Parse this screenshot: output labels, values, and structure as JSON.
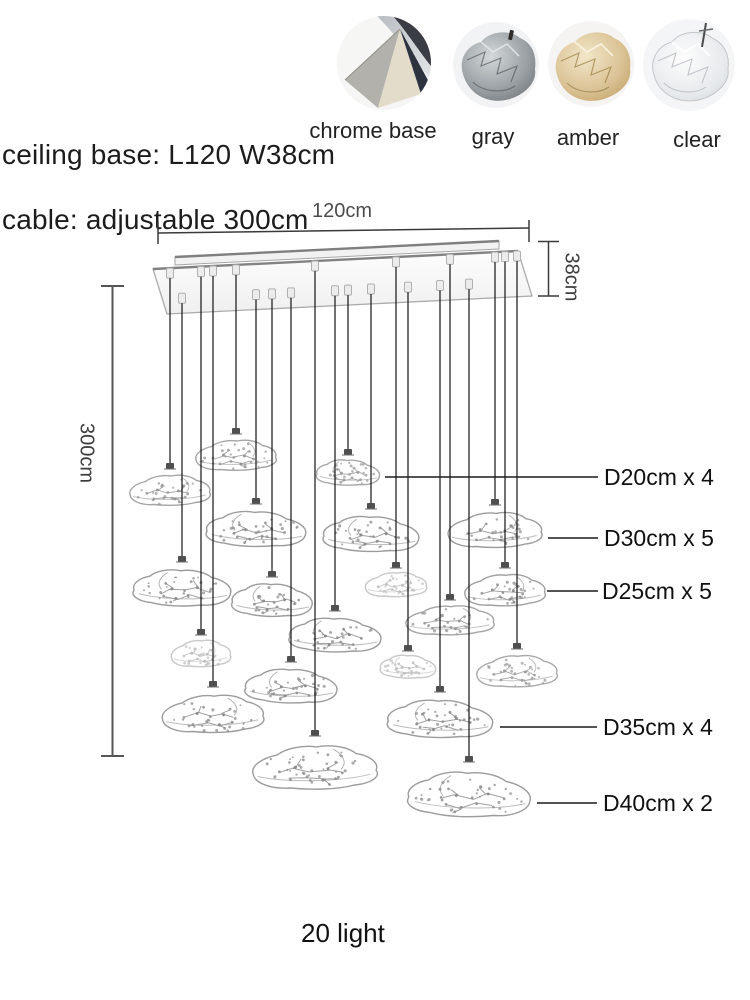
{
  "product": {
    "ceiling_base_text": "ceiling base: L120 W38cm",
    "cable_text": "cable: adjustable 300cm",
    "light_count_text": "20 light"
  },
  "swatches": [
    {
      "label": "chrome base",
      "color": "#c6c2b8"
    },
    {
      "label": "gray",
      "color": "#8d9397"
    },
    {
      "label": "amber",
      "color": "#d8c08a"
    },
    {
      "label": "clear",
      "color": "#e9edef"
    }
  ],
  "dimensions": {
    "plate_length": "120cm",
    "plate_width": "38cm",
    "drop_height": "300cm"
  },
  "pendant_sizes": [
    {
      "label": "D20cm x 4",
      "count": 4,
      "diameter_cm": 20
    },
    {
      "label": "D30cm x 5",
      "count": 5,
      "diameter_cm": 30
    },
    {
      "label": "D25cm x 5",
      "count": 5,
      "diameter_cm": 25
    },
    {
      "label": "D35cm x 4",
      "count": 4,
      "diameter_cm": 35
    },
    {
      "label": "D40cm x 2",
      "count": 2,
      "diameter_cm": 40
    }
  ]
}
